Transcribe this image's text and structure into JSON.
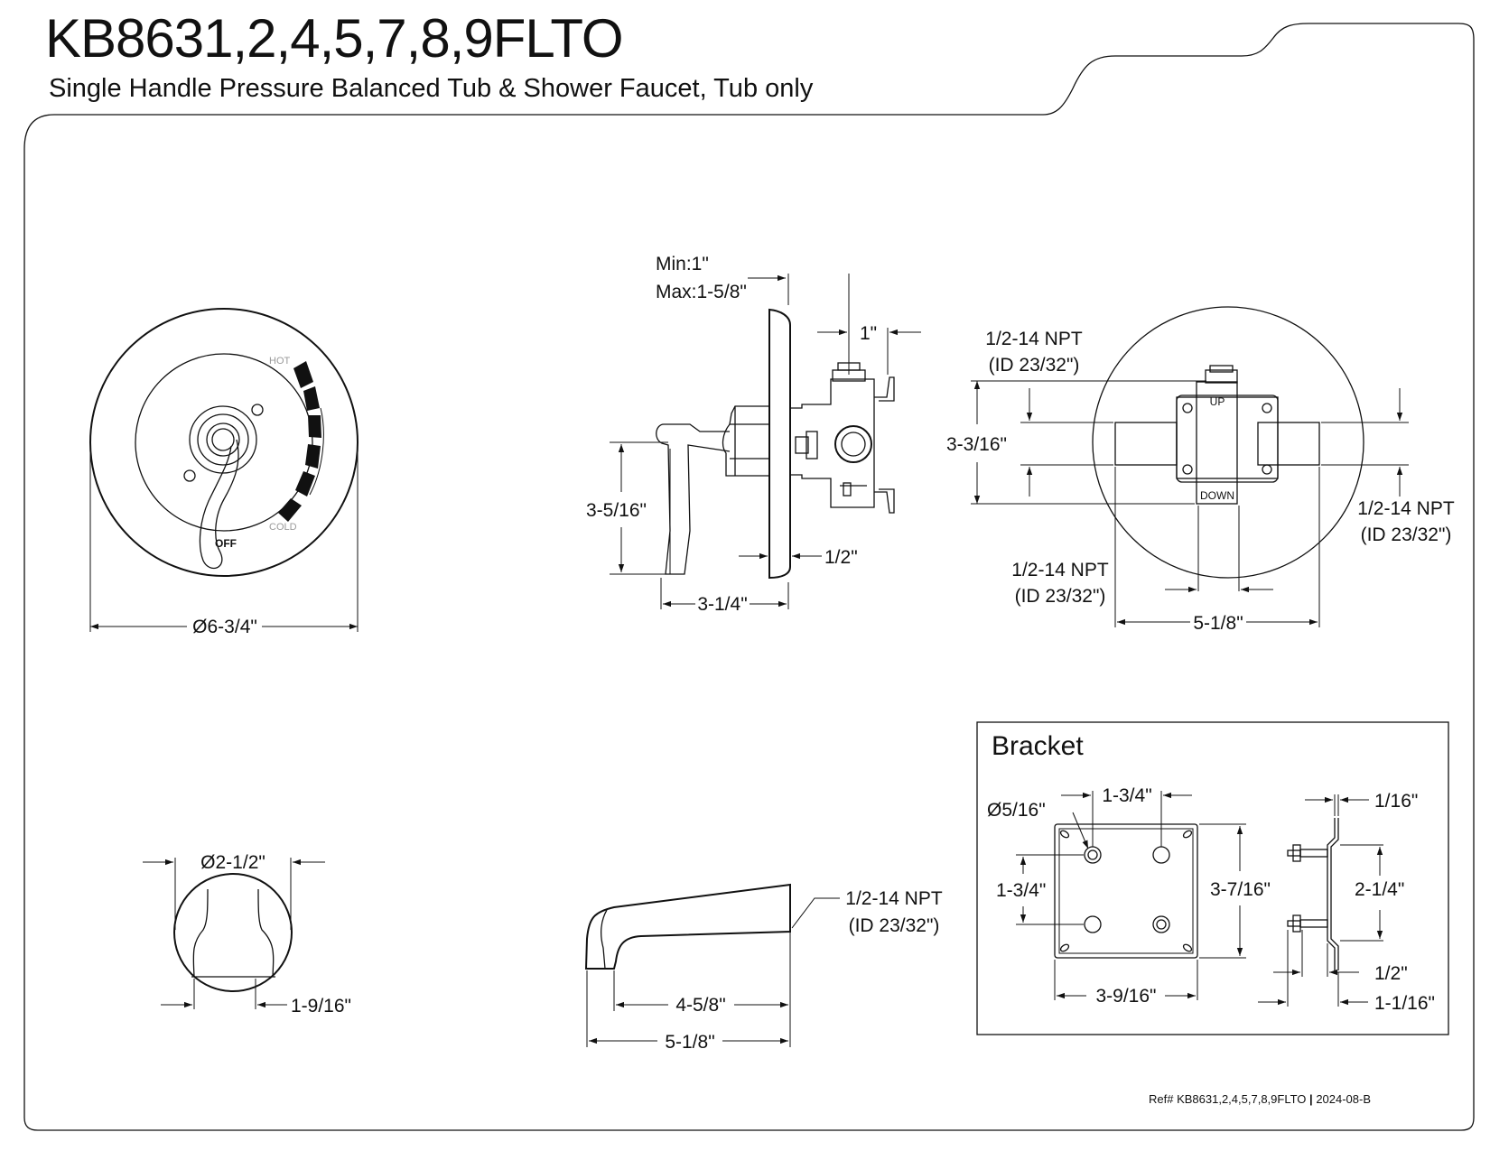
{
  "header": {
    "model": "KB8631,2,4,5,7,8,9FLTO",
    "description": "Single Handle Pressure Balanced Tub & Shower Faucet, Tub only"
  },
  "front_view": {
    "hot_label": "HOT",
    "cold_label": "COLD",
    "off_label": "OFF",
    "diameter": "Ø6-3/4\""
  },
  "side_view": {
    "depth_min": "Min:1\"",
    "depth_max": "Max:1-5/8\"",
    "stop_offset": "1\"",
    "handle_height": "3-5/16\"",
    "plate_gap": "1/2\"",
    "handle_projection": "3-1/4\""
  },
  "valve_view": {
    "top_port_npt": "1/2-14 NPT",
    "top_port_id": "(ID 23/32\")",
    "outlet_spacing": "3-3/16\"",
    "right_port_npt": "1/2-14 NPT",
    "right_port_id": "(ID 23/32\")",
    "bottom_port_npt": "1/2-14 NPT",
    "bottom_port_id": "(ID 23/32\")",
    "width": "5-1/8\"",
    "up_label": "UP",
    "down_label": "DOWN"
  },
  "spout_end_view": {
    "diameter": "Ø2-1/2\"",
    "inner_width": "1-9/16\""
  },
  "spout_side_view": {
    "inlet_npt": "1/2-14 NPT",
    "inlet_id": "(ID 23/32\")",
    "inner_length": "4-5/8\"",
    "overall_length": "5-1/8\""
  },
  "bracket": {
    "title": "Bracket",
    "hole_diameter": "Ø5/16\"",
    "hole_spacing_x": "1-3/4\"",
    "hole_spacing_y": "1-3/4\"",
    "height": "3-7/16\"",
    "width": "3-9/16\"",
    "thickness": "1/16\"",
    "flange_height": "2-1/4\"",
    "stud_offset": "1/2\"",
    "overall_depth": "1-1/16\""
  },
  "footer": {
    "reference": "Ref# KB8631,2,4,5,7,8,9FLTO",
    "revision": "2024-08-B"
  }
}
